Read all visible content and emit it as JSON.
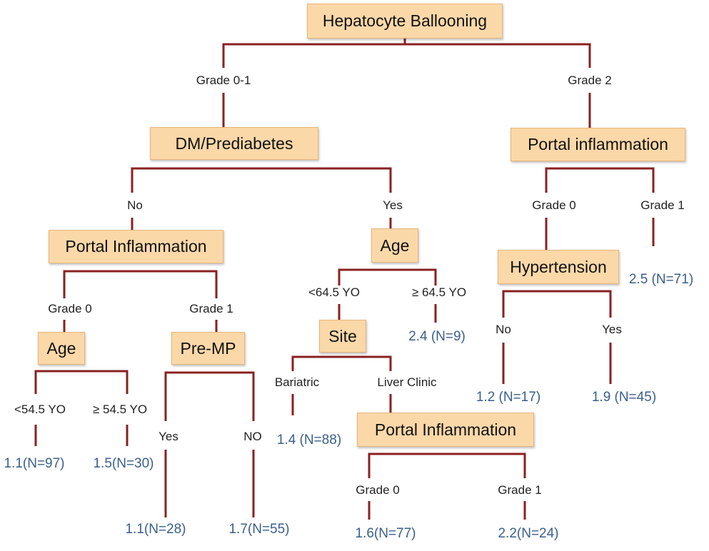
{
  "nodes": {
    "root": "Hepatocyte Ballooning",
    "dm": "DM/Prediabetes",
    "portal_right": "Portal inflammation",
    "portal_left": "Portal Inflammation",
    "age_mid": "Age",
    "hypertension": "Hypertension",
    "age_left": "Age",
    "premp": "Pre-MP",
    "site": "Site",
    "portal_bottom": "Portal Inflammation"
  },
  "edges": {
    "grade01": "Grade 0-1",
    "grade2": "Grade 2",
    "no_dm": "No",
    "yes_dm": "Yes",
    "grade0_r": "Grade 0",
    "grade1_r": "Grade 1",
    "grade0_l": "Grade 0",
    "grade1_l": "Grade 1",
    "lt645": "<64.5 YO",
    "ge645": "≥ 64.5 YO",
    "no_ht": "No",
    "yes_ht": "Yes",
    "lt545": "<54.5 YO",
    "ge545": "≥ 54.5 YO",
    "yes_mp": "Yes",
    "no_mp": "NO",
    "bariatric": "Bariatric",
    "liver": "Liver Clinic",
    "grade0_b": "Grade 0",
    "grade1_b": "Grade 1"
  },
  "leaves": {
    "l25": "2.5 (N=71)",
    "l24": "2.4 (N=9)",
    "l12": "1.2 (N=17)",
    "l19": "1.9 (N=45)",
    "l14": "1.4 (N=88)",
    "l11a": "1.1(N=97)",
    "l15": "1.5(N=30)",
    "l11b": "1.1(N=28)",
    "l17": "1.7(N=55)",
    "l16": "1.6(N=77)",
    "l22": "2.2(N=24)"
  },
  "colors": {
    "line": "#8b2020",
    "box": "#fbd8a8",
    "leaf_text": "#3a5f8c"
  }
}
